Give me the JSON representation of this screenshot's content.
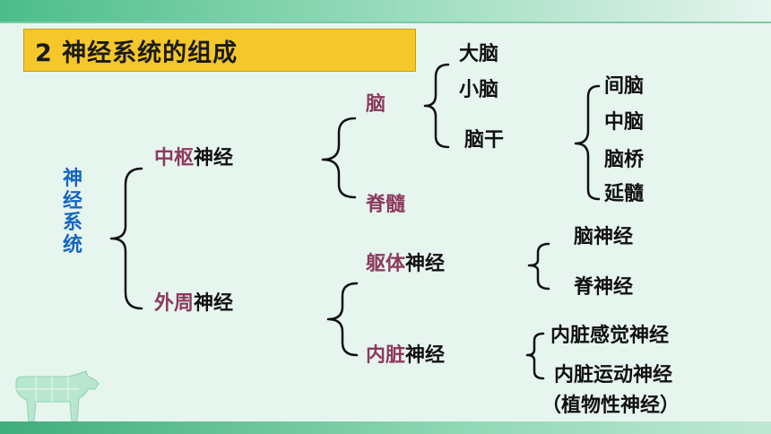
{
  "title": "2  神经系统的组成",
  "root": "神经系统",
  "central": {
    "accent": "中枢",
    "rest": "神经"
  },
  "peripheral": {
    "accent": "外周",
    "rest": "神经"
  },
  "brain": "脑",
  "spinal_cord": "脊髓",
  "brain_parts": {
    "cerebrum": "大脑",
    "cerebellum": "小脑",
    "brainstem": "脑干"
  },
  "brainstem_parts": {
    "diencephalon": "间脑",
    "midbrain": "中脑",
    "pons": "脑桥",
    "medulla": "延髓"
  },
  "somatic": {
    "accent": "躯体",
    "rest": "神经"
  },
  "visceral": {
    "accent": "内脏",
    "rest": "神经"
  },
  "somatic_parts": {
    "cranial": "脑神经",
    "spinal": "脊神经"
  },
  "visceral_parts": {
    "sensory": "内脏感觉神经",
    "motor": "内脏运动神经",
    "motor_note": "（植物性神经）"
  },
  "colors": {
    "accent": "#8d3a5e",
    "root": "#1565c0",
    "title_bg": "#f5c72a",
    "background": "#e7f5ef"
  }
}
